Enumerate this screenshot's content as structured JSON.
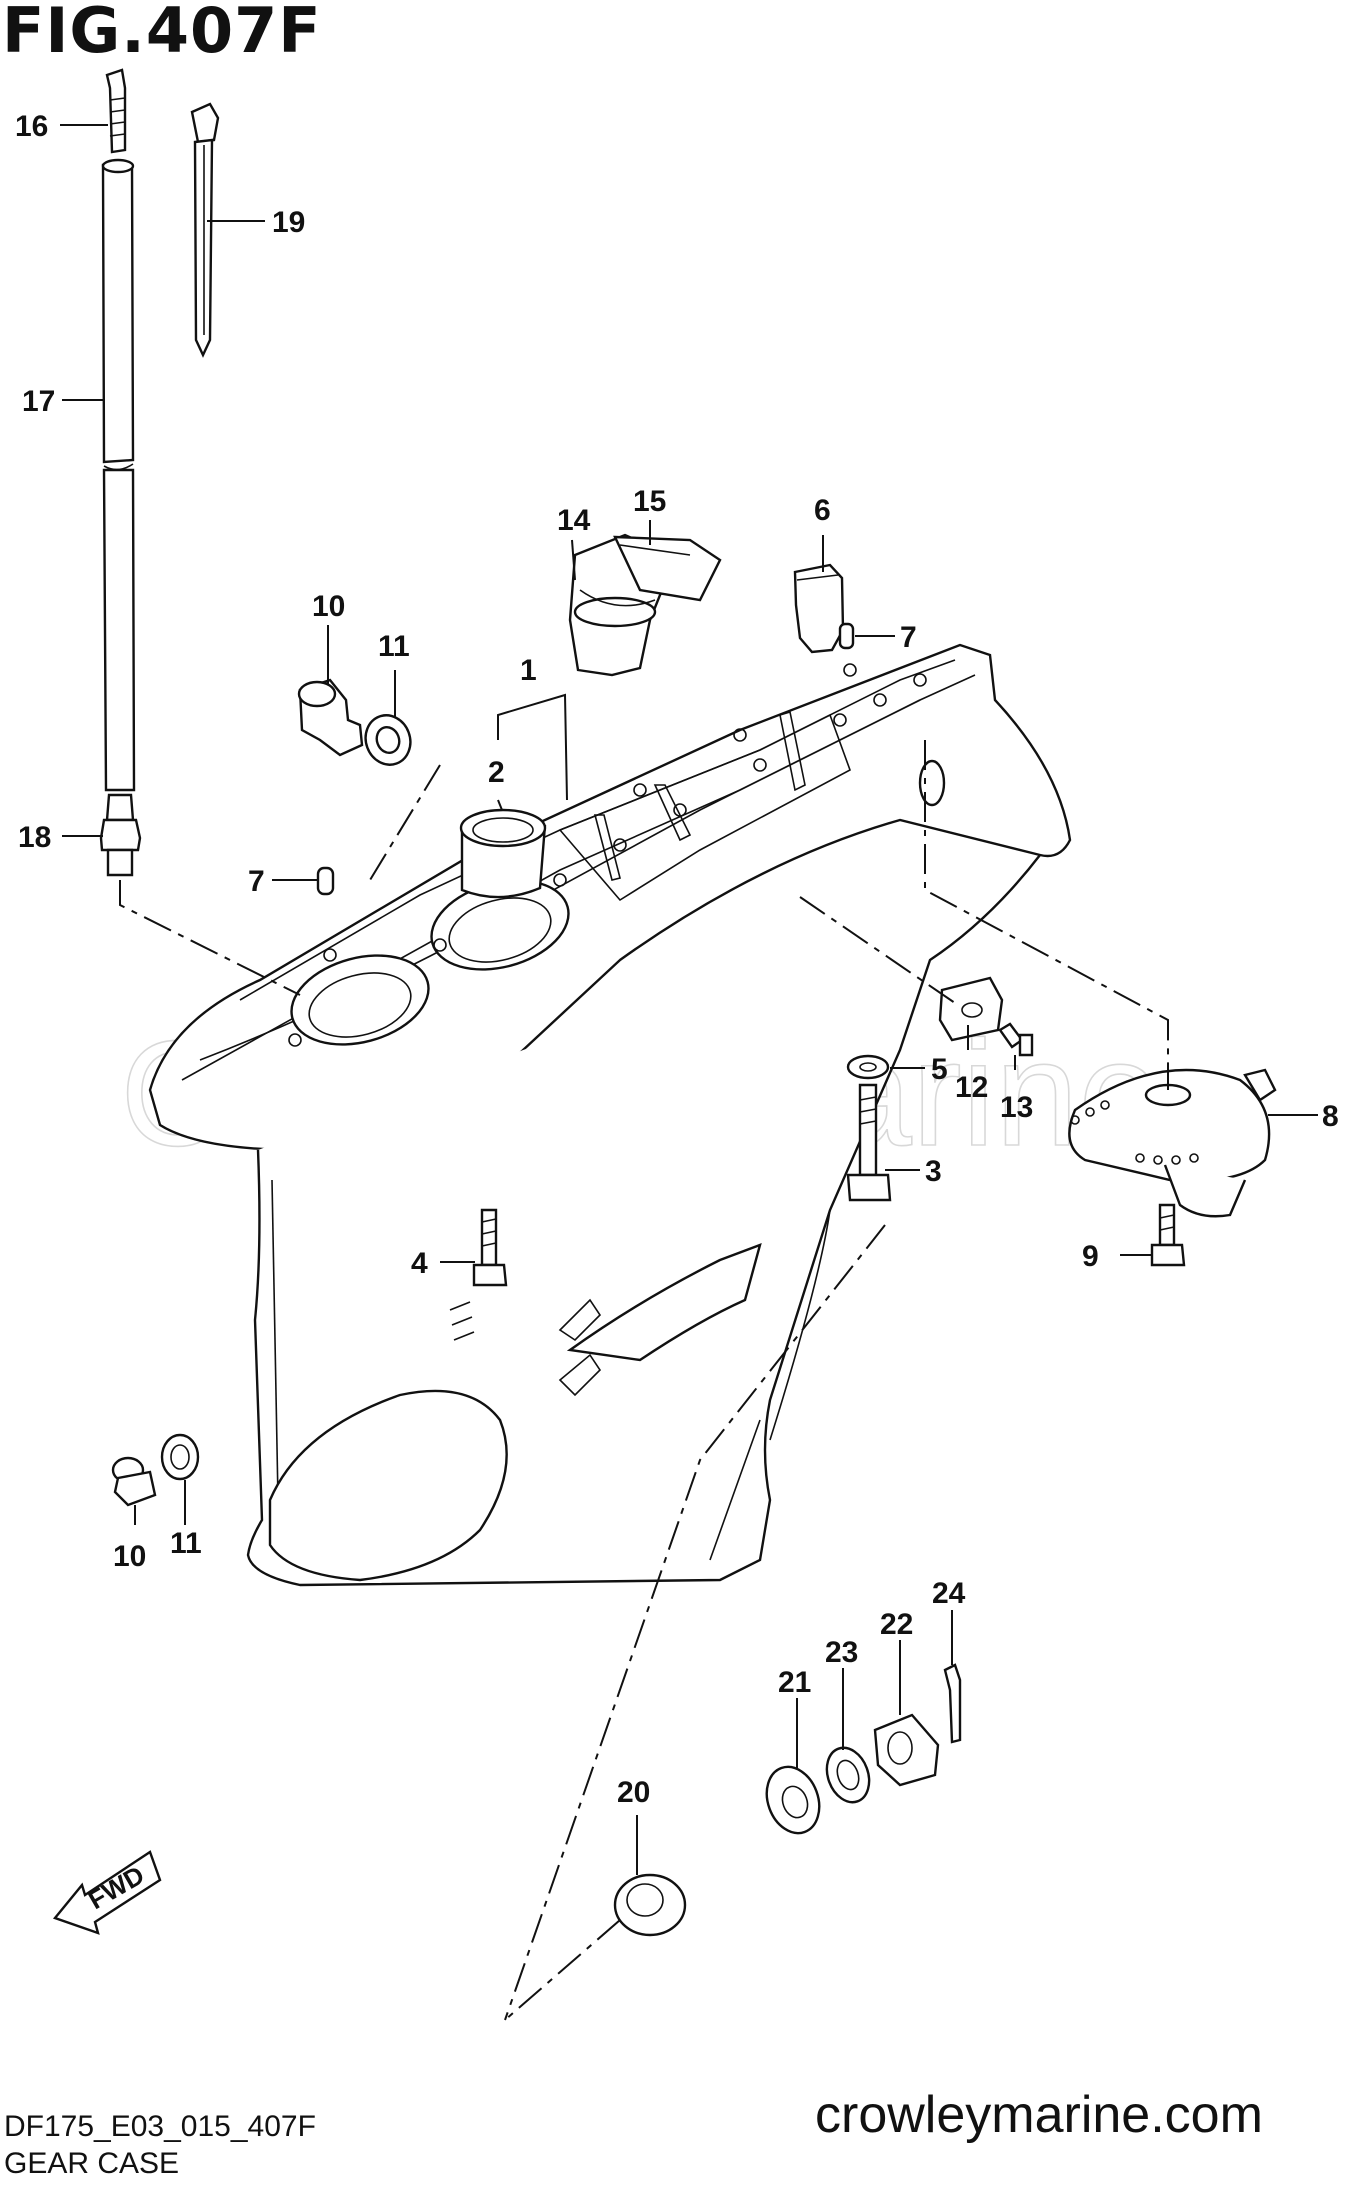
{
  "figure": {
    "title": "FIG.407F",
    "code": "DF175_E03_015_407F",
    "name": "GEAR CASE",
    "website": "crowleymarine.com",
    "watermark": "Crowley Marine",
    "direction_badge": "FWD"
  },
  "callouts": [
    {
      "id": "16",
      "label": "16"
    },
    {
      "id": "19",
      "label": "19"
    },
    {
      "id": "17",
      "label": "17"
    },
    {
      "id": "14",
      "label": "14"
    },
    {
      "id": "15",
      "label": "15"
    },
    {
      "id": "6",
      "label": "6"
    },
    {
      "id": "10a",
      "label": "10"
    },
    {
      "id": "11a",
      "label": "11"
    },
    {
      "id": "1",
      "label": "1"
    },
    {
      "id": "7a",
      "label": "7"
    },
    {
      "id": "2",
      "label": "2"
    },
    {
      "id": "18",
      "label": "18"
    },
    {
      "id": "7b",
      "label": "7"
    },
    {
      "id": "5",
      "label": "5"
    },
    {
      "id": "12",
      "label": "12"
    },
    {
      "id": "13",
      "label": "13"
    },
    {
      "id": "8",
      "label": "8"
    },
    {
      "id": "3",
      "label": "3"
    },
    {
      "id": "4",
      "label": "4"
    },
    {
      "id": "9",
      "label": "9"
    },
    {
      "id": "10b",
      "label": "10"
    },
    {
      "id": "11b",
      "label": "11"
    },
    {
      "id": "24",
      "label": "24"
    },
    {
      "id": "22",
      "label": "22"
    },
    {
      "id": "23",
      "label": "23"
    },
    {
      "id": "21",
      "label": "21"
    },
    {
      "id": "20",
      "label": "20"
    }
  ]
}
